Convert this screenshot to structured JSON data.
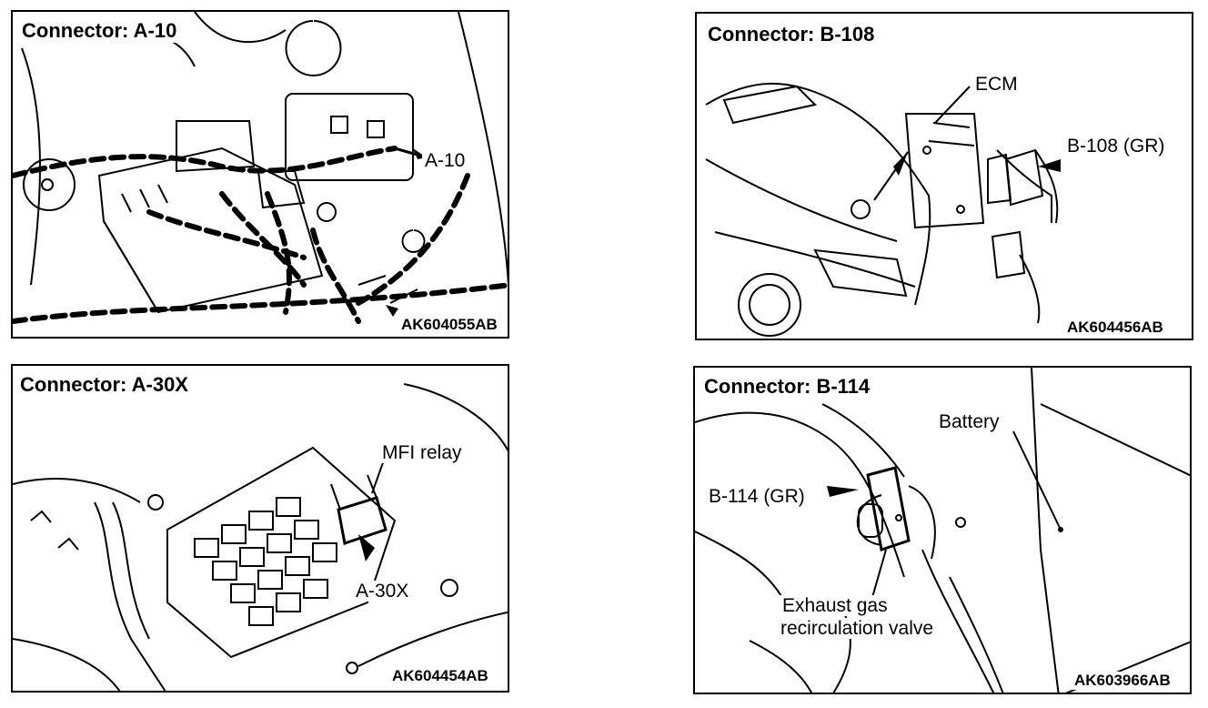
{
  "panels": {
    "a10": {
      "title": "Connector: A-10",
      "code": "AK604055AB",
      "labels": {
        "connector": "A-10"
      }
    },
    "b108": {
      "title": "Connector: B-108",
      "code": "AK604456AB",
      "labels": {
        "ecm": "ECM",
        "connector": "B-108 (GR)"
      }
    },
    "a30x": {
      "title": "Connector: A-30X",
      "code": "AK604454AB",
      "labels": {
        "relay": "MFI relay",
        "connector": "A-30X"
      }
    },
    "b114": {
      "title": "Connector: B-114",
      "code": "AK603966AB",
      "labels": {
        "battery": "Battery",
        "connector": "B-114 (GR)",
        "valve_line1": "Exhaust gas",
        "valve_line2": "recirculation valve"
      }
    }
  }
}
